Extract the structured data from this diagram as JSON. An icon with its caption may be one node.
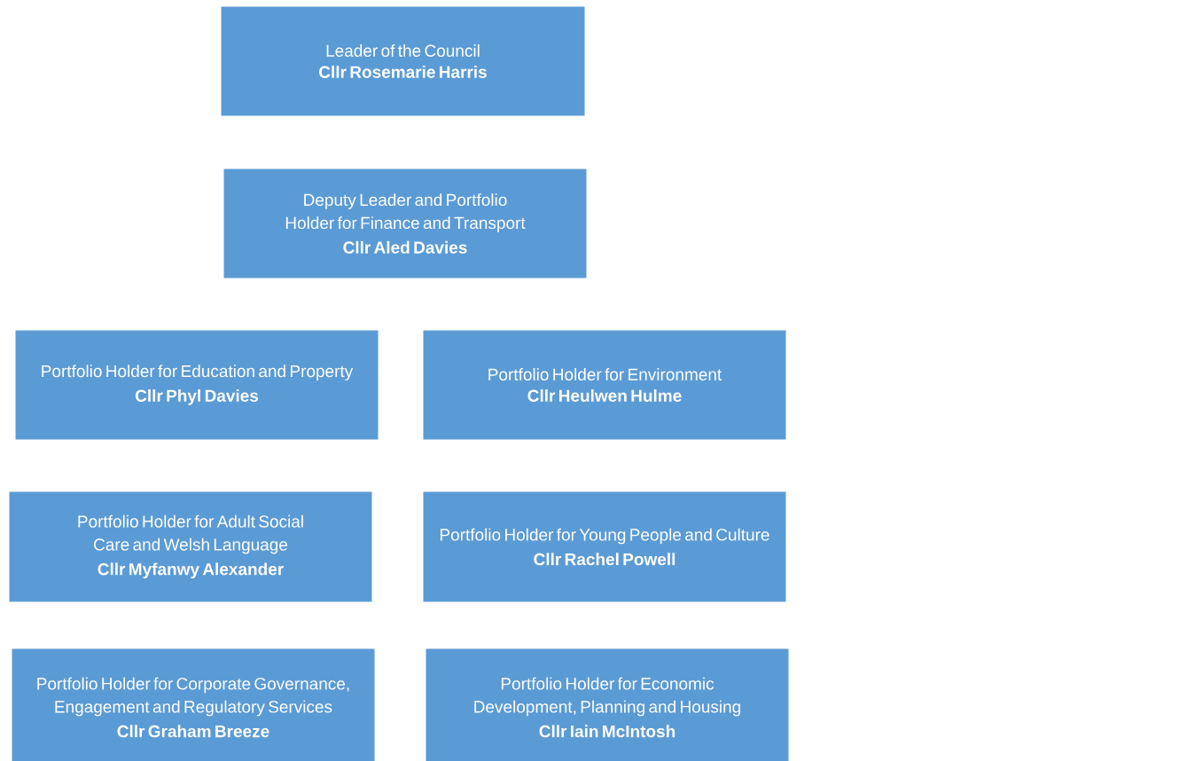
{
  "diagram": {
    "nodes": [
      {
        "text": [
          "Leader of the Council",
          "Cllr Rosemarie Harris"
        ]
      },
      {
        "text": [
          "Deputy Leader and Portfolio Holder for Finance and Transport",
          "Cllr Aled Davies"
        ]
      },
      {
        "text": [
          "Portfolio Holder for Education and Property",
          "Cllr Phyl Davies"
        ]
      },
      {
        "text": [
          "Portfolio Holder for Environment",
          "Cllr Heulwen Hulme"
        ]
      },
      {
        "text": [
          "Portfolio Holder for Adult Social Care and Welsh Language",
          "Cllr Myfanwy Alexander"
        ]
      },
      {
        "text": [
          "Portfolio Holder for Young People and Culture",
          "Cllr Rachel Powell"
        ]
      },
      {
        "text": [
          "Portfolio Holder for Corporate Governance, Engagement and Regulatory Services",
          "Cllr Graham Breeze"
        ]
      },
      {
        "text": [
          "Portfolio Holder for Economic Development, Planning and Housing",
          "Cllr Iain McIntosh"
        ]
      }
    ]
  }
}
